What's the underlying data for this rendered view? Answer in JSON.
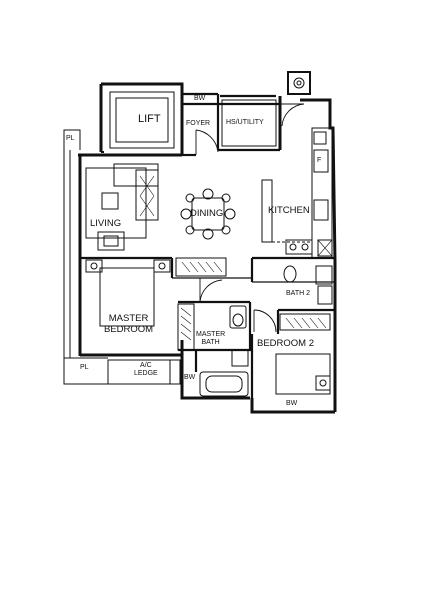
{
  "floor_plan": {
    "rooms": {
      "lift": "LIFT",
      "foyer": "FOYER",
      "hs_utility": "HS/UTILITY",
      "living": "LIVING",
      "dining": "DINING",
      "kitchen": "KITCHEN",
      "master_bedroom_line1": "MASTER",
      "master_bedroom_line2": "BEDROOM",
      "master_bath_line1": "MASTER",
      "master_bath_line2": "BATH",
      "bath_2": "BATH 2",
      "bedroom_2": "BEDROOM 2",
      "ac_ledge_line1": "A/C",
      "ac_ledge_line2": "LEDGE"
    },
    "fixtures": {
      "bw_top": "BW",
      "bw_left": "BW",
      "bw_bottom": "BW",
      "pl_top": "PL",
      "pl_bottom": "PL",
      "fridge": "F"
    }
  }
}
